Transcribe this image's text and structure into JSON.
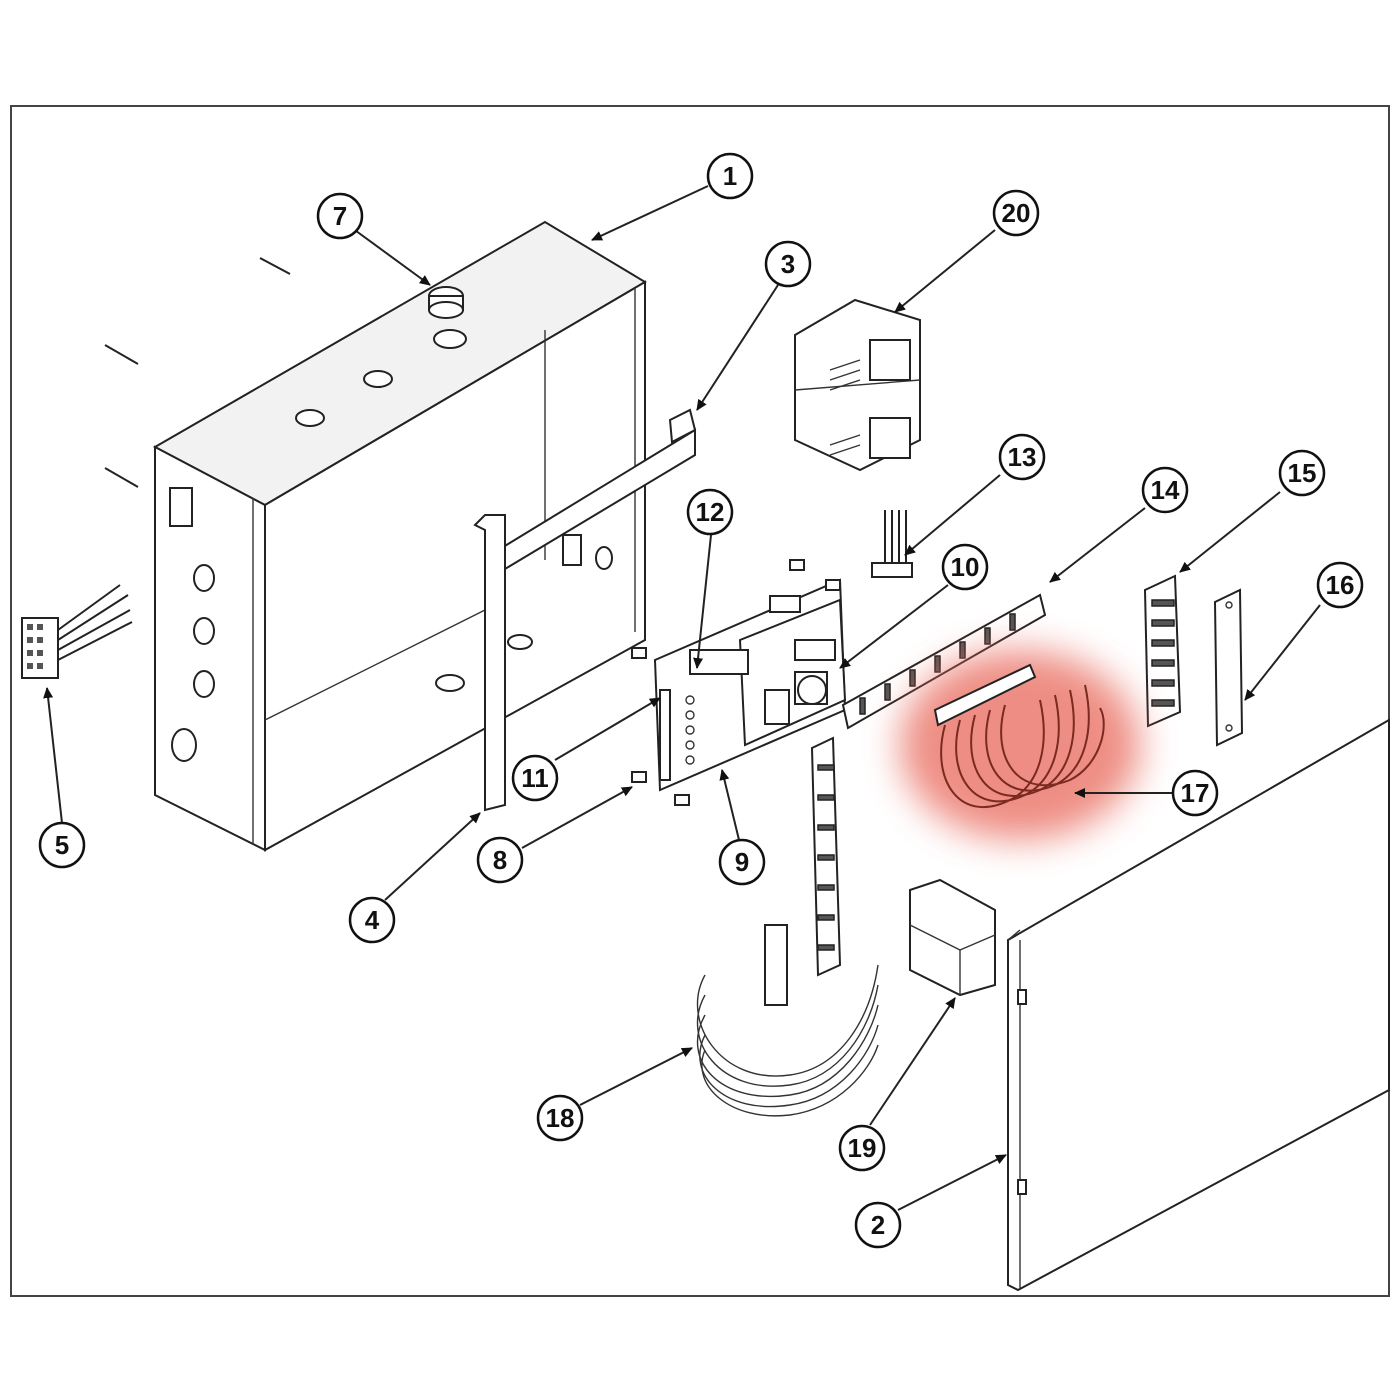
{
  "diagram": {
    "callouts": [
      {
        "label": "1"
      },
      {
        "label": "2"
      },
      {
        "label": "3"
      },
      {
        "label": "4"
      },
      {
        "label": "5"
      },
      {
        "label": "7"
      },
      {
        "label": "8"
      },
      {
        "label": "9"
      },
      {
        "label": "10"
      },
      {
        "label": "11"
      },
      {
        "label": "12"
      },
      {
        "label": "13"
      },
      {
        "label": "14"
      },
      {
        "label": "15"
      },
      {
        "label": "16"
      },
      {
        "label": "17"
      },
      {
        "label": "18"
      },
      {
        "label": "19"
      },
      {
        "label": "20"
      }
    ],
    "highlight": {
      "part": "17",
      "color": "#e8685a"
    },
    "colors": {
      "line": "#222222",
      "background": "#ffffff"
    }
  }
}
